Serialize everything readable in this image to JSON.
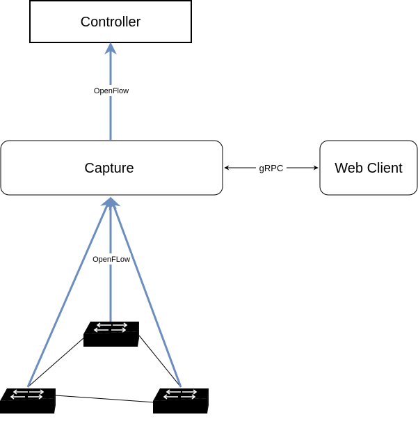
{
  "nodes": {
    "controller": "Controller",
    "capture": "Capture",
    "web_client": "Web Client"
  },
  "edges": {
    "capture_to_controller": "OpenFlow",
    "switch_to_capture": "OpenFLow",
    "capture_web_client": "gRPC"
  },
  "switches": [
    "switch-top",
    "switch-left",
    "switch-right"
  ],
  "colors": {
    "openflow_arrow": "#6C8EBF",
    "switch_body": "#000000",
    "switch_arrows": "#ffffff",
    "node_border": "#000000"
  }
}
